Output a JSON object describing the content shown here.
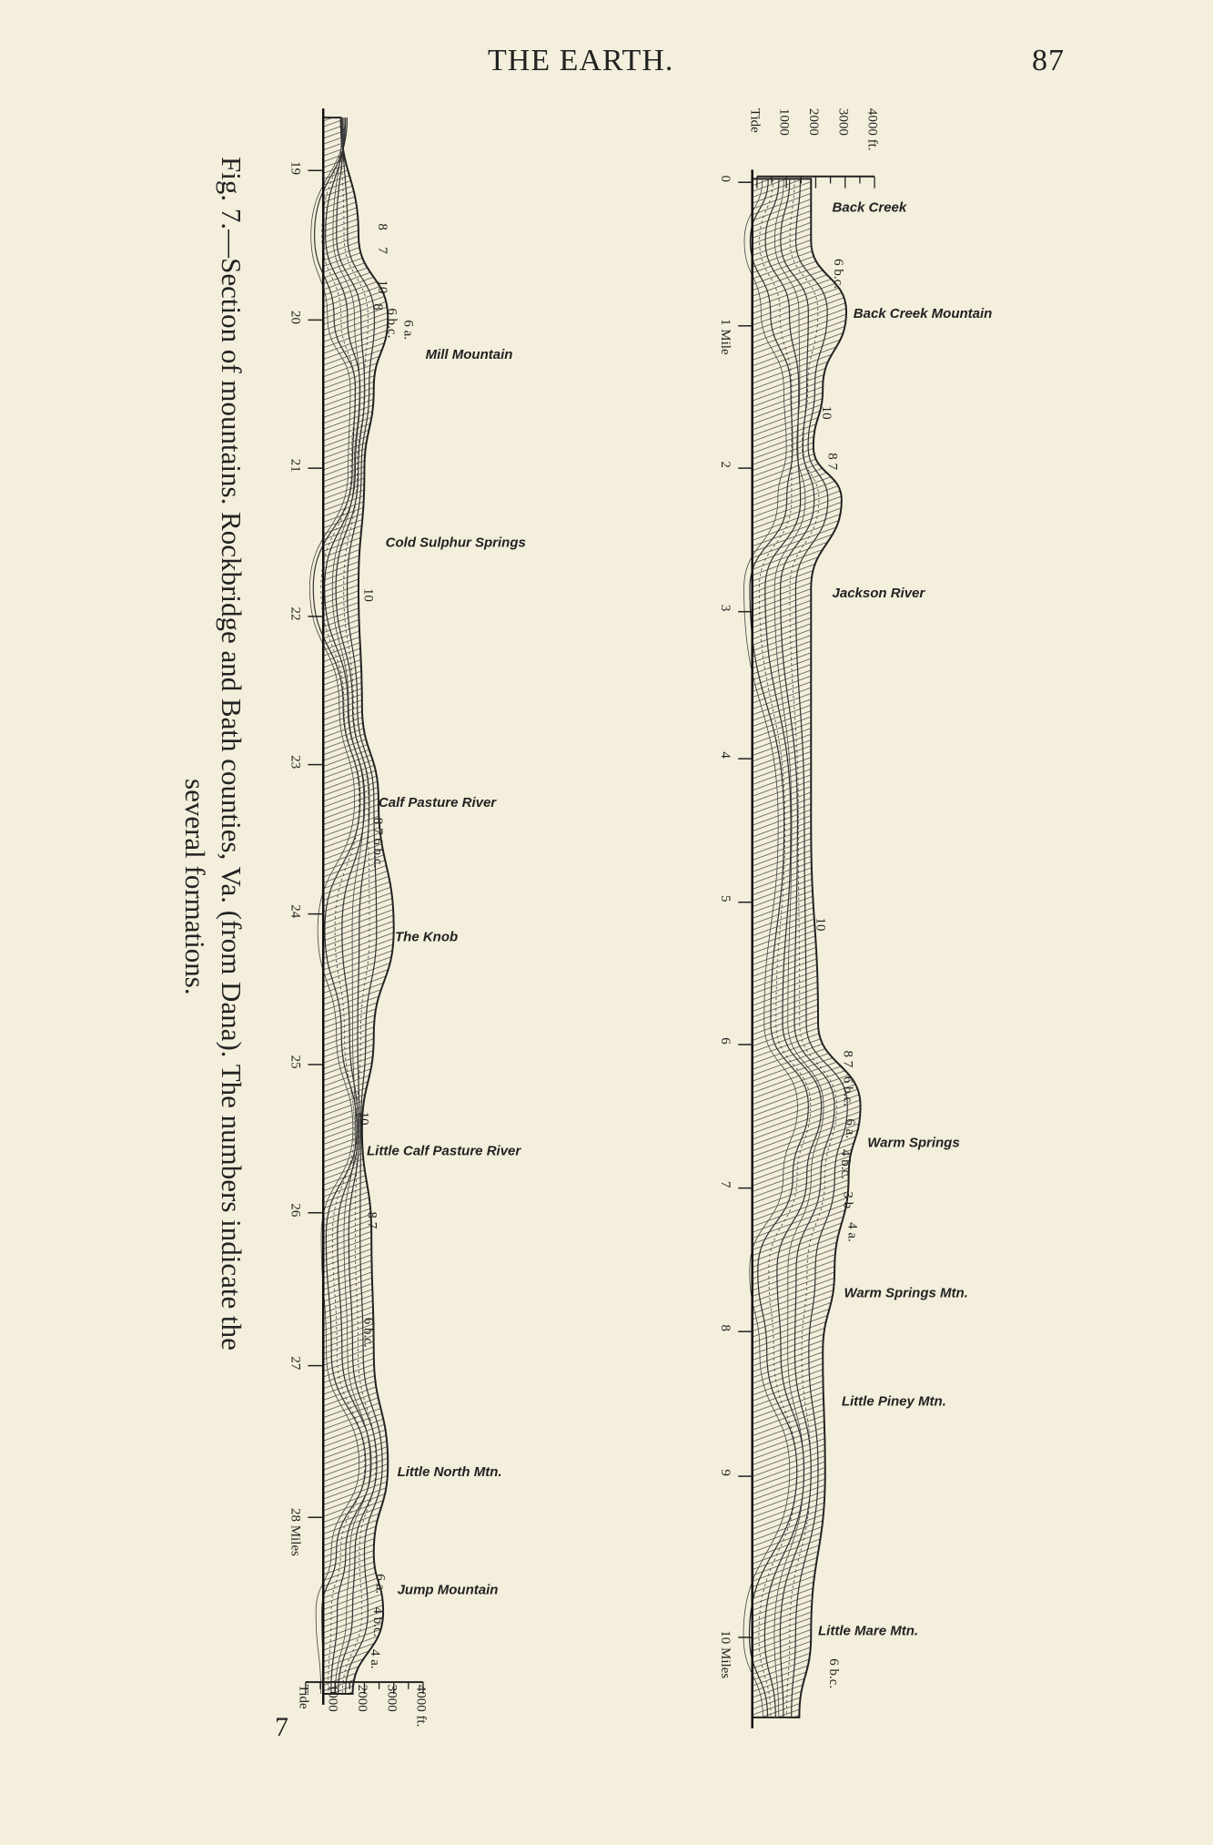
{
  "header": {
    "title": "THE EARTH.",
    "page_number": "87"
  },
  "figure": {
    "caption_line1": "Fig. 7.—Section of mountains. Rockbridge and Bath counties, Va. (from Dana). The numbers indicate the",
    "caption_line2": "several formations.",
    "scale_labels": [
      "Tide",
      "1000",
      "2000",
      "3000",
      "4000 ft."
    ],
    "left_section": {
      "mile_marks": [
        "19",
        "20",
        "21",
        "22",
        "23",
        "24",
        "25",
        "26",
        "27",
        "28 Miles"
      ],
      "place_labels": [
        "Mill Mountain",
        "Cold Sulphur Springs",
        "Calf Pasture River",
        "The Knob",
        "Little Calf Pasture River",
        "Little North Mtn.",
        "Jump Mountain"
      ],
      "formation_labels": [
        "8",
        "7",
        "10",
        "8",
        "6 b.c.",
        "6 a.",
        "10",
        "8 7 6 b.c.",
        "10",
        "8 7",
        "6 b.c.",
        "6 a.",
        "4 b.c.",
        "4 a."
      ]
    },
    "right_section": {
      "mile_marks": [
        "0",
        "1 Mile",
        "2",
        "3",
        "4",
        "5",
        "6",
        "7",
        "8",
        "9",
        "10 Miles"
      ],
      "place_labels": [
        "Back Creek",
        "Back Creek Mountain",
        "Jackson River",
        "Warm Springs",
        "Warm Springs Mtn.",
        "Little Piney Mtn.",
        "Little Mare Mtn."
      ],
      "formation_labels": [
        "6 b.c.",
        "10",
        "8 7",
        "10",
        "8 7",
        "6 b.c.",
        "6 a.",
        "4 b.c.",
        "3 b.",
        "4 a.",
        "6 b.c."
      ]
    }
  },
  "signature": "7"
}
